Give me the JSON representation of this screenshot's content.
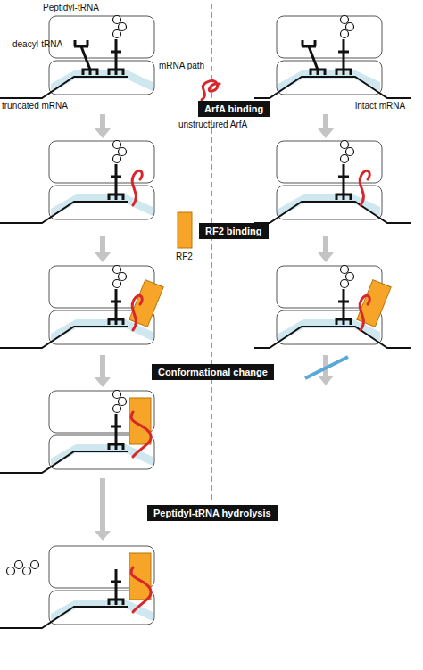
{
  "diagram": {
    "nodes": [
      {
        "text": [
          "ArfA binding"
        ]
      },
      {
        "text": [
          "RF2 binding"
        ]
      },
      {
        "text": [
          "Conformational change"
        ]
      },
      {
        "text": [
          "Peptidyl-tRNA hydrolysis"
        ]
      }
    ],
    "labels": [
      "Peptidyl-tRNA",
      "deacyl-tRNA",
      "truncated mRNA",
      "mRNA path",
      "intact mRNA",
      "unstructured ArfA",
      "RF2"
    ]
  }
}
